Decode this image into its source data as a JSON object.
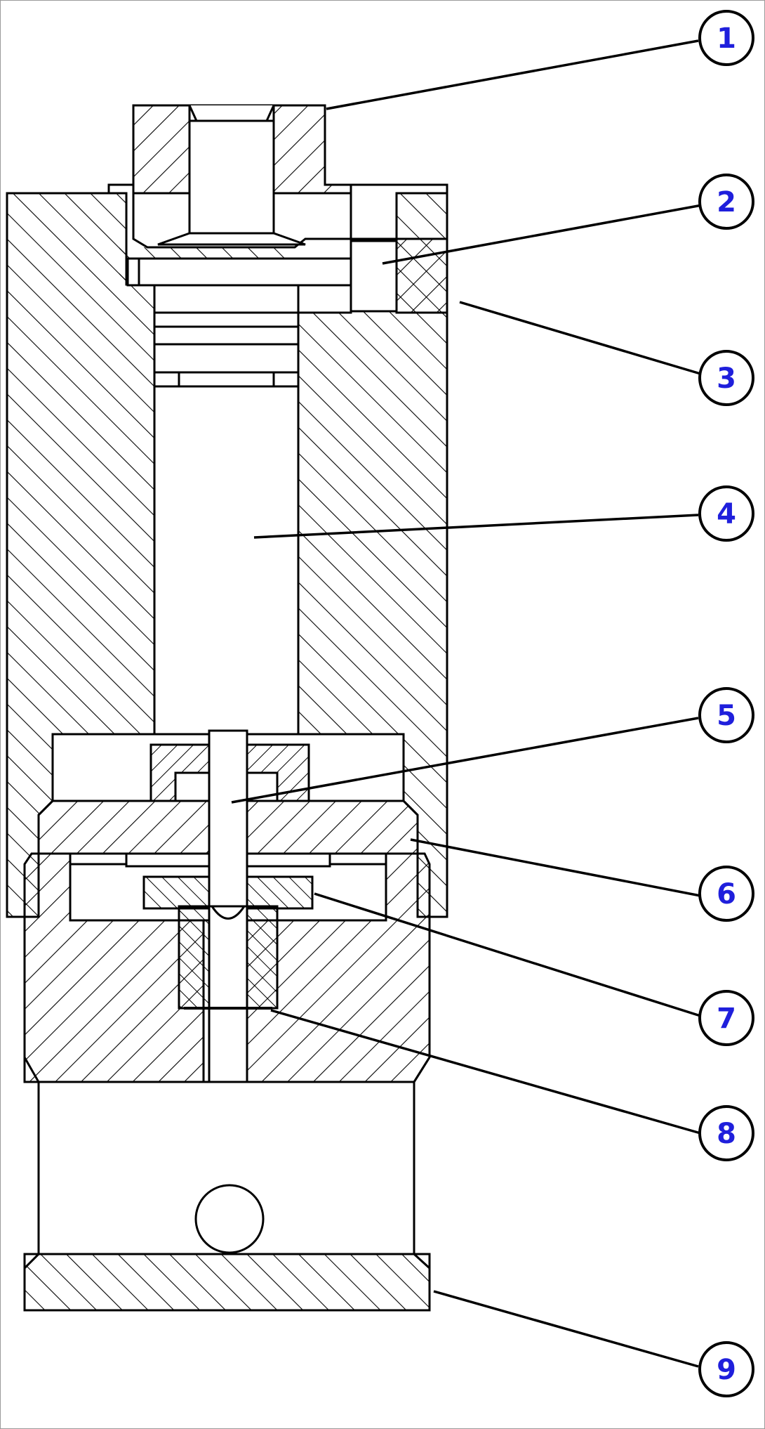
{
  "colors": {
    "background": "#ffffff",
    "line": "#000000",
    "callout_text": "#1f1fdc",
    "frame": "#9a9a9a"
  },
  "callouts": [
    "1",
    "2",
    "3",
    "4",
    "5",
    "6",
    "7",
    "8",
    "9"
  ]
}
